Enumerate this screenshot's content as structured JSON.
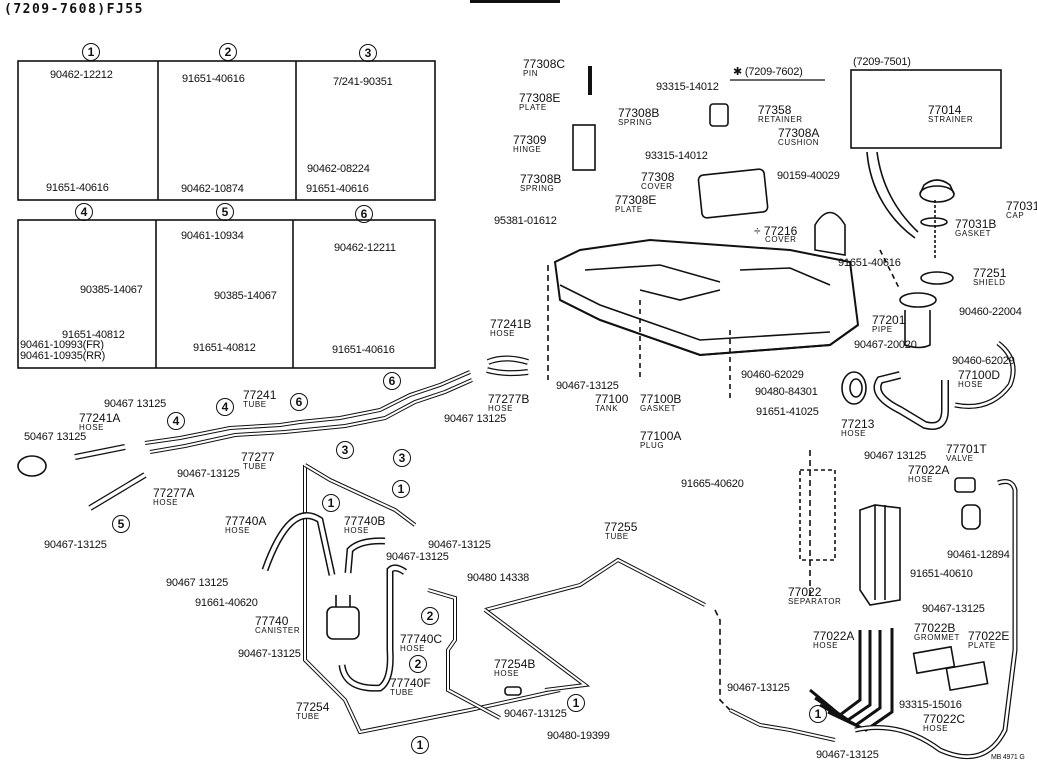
{
  "title": "(7209-7608)FJ55",
  "footer_code": "MB 4971 G",
  "clamp_sets": [
    {
      "id": "1",
      "parts": [
        "90462-12212",
        "91651-40616"
      ]
    },
    {
      "id": "2",
      "parts": [
        "91651-40616",
        "90462-10874"
      ]
    },
    {
      "id": "3",
      "parts": [
        "7/241-90351",
        "90462-08224",
        "91651-40616"
      ]
    },
    {
      "id": "4",
      "parts": [
        "90385-14067",
        "91651-40812",
        "90461-10993(FR)",
        "90461-10935(RR)"
      ]
    },
    {
      "id": "5",
      "parts": [
        "90461-10934",
        "90385-14067",
        "91651-40812"
      ]
    },
    {
      "id": "6",
      "parts": [
        "90462-12211",
        "91651-40616"
      ]
    }
  ],
  "filler_group": {
    "note": "✱ (7209-7602)",
    "parts": [
      {
        "num": "77308C",
        "name": "PIN"
      },
      {
        "num": "77308E",
        "name": "PLATE"
      },
      {
        "num": "77308B",
        "name": "SPRING"
      },
      {
        "num": "77309",
        "name": "HINGE"
      },
      {
        "num": "77308B",
        "name": "SPRING"
      },
      {
        "num": "77308E",
        "name": "PLATE"
      },
      {
        "num": "95381-01612",
        "name": ""
      },
      {
        "num": "93315-14012",
        "name": ""
      },
      {
        "num": "77358",
        "name": "RETAINER"
      },
      {
        "num": "77308A",
        "name": "CUSHION"
      },
      {
        "num": "93315-14012",
        "name": ""
      },
      {
        "num": "77308",
        "name": "COVER"
      },
      {
        "num": "90159-40029",
        "name": ""
      },
      {
        "num": "÷ 77216",
        "name": "COVER"
      }
    ]
  },
  "strainer_box": {
    "note": "(7209-7501)",
    "part": {
      "num": "77014",
      "name": "STRAINER"
    }
  },
  "cap_group": [
    {
      "num": "77031",
      "name": "CAP"
    },
    {
      "num": "77031B",
      "name": "GASKET"
    },
    {
      "num": "91651-40616",
      "name": ""
    },
    {
      "num": "77251",
      "name": "SHIELD"
    }
  ],
  "tank_group": [
    {
      "num": "77201",
      "name": "PIPE"
    },
    {
      "num": "90460-22004",
      "name": ""
    },
    {
      "num": "90467-20020",
      "name": ""
    },
    {
      "num": "90460-62029",
      "name": ""
    },
    {
      "num": "77100D",
      "name": "HOSE"
    },
    {
      "num": "90460-62029",
      "name": ""
    },
    {
      "num": "90480-84301",
      "name": ""
    },
    {
      "num": "91651-41025",
      "name": ""
    },
    {
      "num": "77213",
      "name": "HOSE"
    },
    {
      "num": "77100",
      "name": "TANK"
    },
    {
      "num": "77100B",
      "name": "GASKET"
    },
    {
      "num": "77100A",
      "name": "PLUG"
    },
    {
      "num": "77241B",
      "name": "HOSE"
    },
    {
      "num": "77277B",
      "name": "HOSE"
    },
    {
      "num": "90467-13125",
      "name": ""
    },
    {
      "num": "90467 13125",
      "name": ""
    }
  ],
  "line_group": [
    {
      "num": "77241",
      "name": "TUBE"
    },
    {
      "num": "77277",
      "name": "TUBE"
    },
    {
      "num": "77241A",
      "name": "HOSE"
    },
    {
      "num": "77277A",
      "name": "HOSE"
    },
    {
      "num": "90467 13125",
      "name": ""
    },
    {
      "num": "50467 13125",
      "name": ""
    },
    {
      "num": "90467-13125",
      "name": ""
    },
    {
      "num": "90467-13125",
      "name": ""
    }
  ],
  "canister_group": [
    {
      "num": "77740A",
      "name": "HOSE"
    },
    {
      "num": "77740B",
      "name": "HOSE"
    },
    {
      "num": "90467-13125",
      "name": ""
    },
    {
      "num": "90467-13125",
      "name": ""
    },
    {
      "num": "90480 14338",
      "name": ""
    },
    {
      "num": "90467 13125",
      "name": ""
    },
    {
      "num": "91661-40620",
      "name": ""
    },
    {
      "num": "77740",
      "name": "CANISTER"
    },
    {
      "num": "77740C",
      "name": "HOSE"
    },
    {
      "num": "90467-13125",
      "name": ""
    },
    {
      "num": "77740F",
      "name": "TUBE"
    },
    {
      "num": "77254",
      "name": "TUBE"
    },
    {
      "num": "77254B",
      "name": "HOSE"
    },
    {
      "num": "90467-13125",
      "name": ""
    },
    {
      "num": "90480-19399",
      "name": ""
    },
    {
      "num": "77255",
      "name": "TUBE"
    }
  ],
  "separator_group": [
    {
      "num": "91665-40620",
      "name": ""
    },
    {
      "num": "90467 13125",
      "name": ""
    },
    {
      "num": "77022A",
      "name": "HOSE"
    },
    {
      "num": "77701T",
      "name": "VALVE"
    },
    {
      "num": "90461-12894",
      "name": ""
    },
    {
      "num": "91651-40610",
      "name": ""
    },
    {
      "num": "77022",
      "name": "SEPARATOR"
    },
    {
      "num": "90467-13125",
      "name": ""
    },
    {
      "num": "77022B",
      "name": "GROMMET"
    },
    {
      "num": "77022E",
      "name": "PLATE"
    },
    {
      "num": "77022A",
      "name": "HOSE"
    },
    {
      "num": "90467-13125",
      "name": ""
    },
    {
      "num": "93315-15016",
      "name": ""
    },
    {
      "num": "77022C",
      "name": "HOSE"
    },
    {
      "num": "90467-13125",
      "name": ""
    }
  ],
  "callouts": {
    "c1": "1",
    "c2": "2",
    "c3": "3",
    "c4": "4",
    "c5": "5",
    "c6": "6"
  }
}
